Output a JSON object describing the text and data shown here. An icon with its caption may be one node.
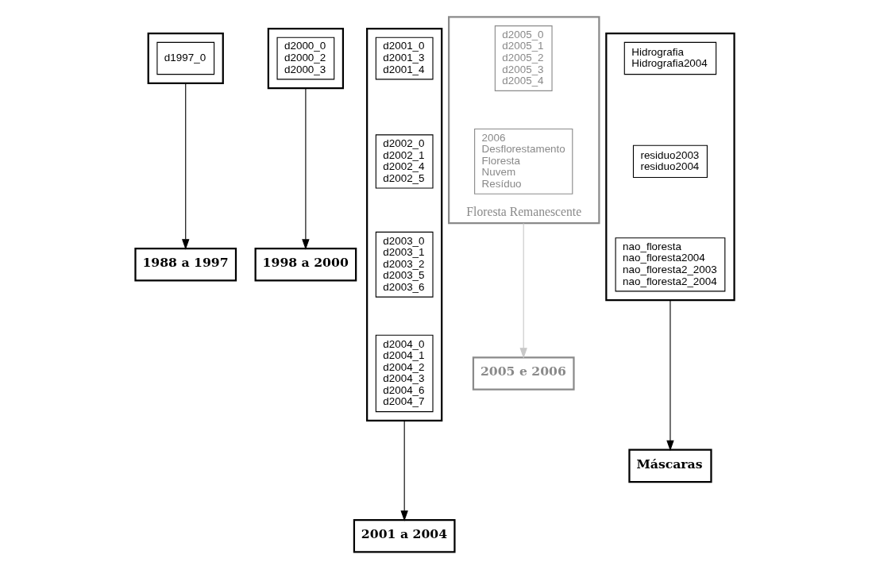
{
  "diagram": {
    "nodes": [
      {
        "text": [],
        "shape": "box"
      },
      {
        "text": [
          "d1997_0"
        ],
        "in": 0
      },
      {
        "text": [
          "1988 a 1997"
        ]
      },
      {
        "text": [],
        "shape": "box"
      },
      {
        "text": [
          "d2000_0",
          "d2000_2",
          "d2000_3"
        ],
        "in": 3
      },
      {
        "text": [
          "1998 a 2000"
        ]
      },
      {
        "text": [],
        "shape": "box"
      },
      {
        "text": [
          "d2001_0",
          "d2001_3",
          "d2001_4"
        ],
        "in": 6
      },
      {
        "text": [
          "d2002_0",
          "d2002_1",
          "d2002_4",
          "d2002_5"
        ],
        "in": 6
      },
      {
        "text": [
          "d2003_0",
          "d2003_1",
          "d2003_2",
          "d2003_5",
          "d2003_6"
        ],
        "in": 6
      },
      {
        "text": [
          "d2004_0",
          "d2004_1",
          "d2004_2",
          "d2004_3",
          "d2004_6",
          "d2004_7"
        ],
        "in": 6
      },
      {
        "text": [
          "2001 a 2004"
        ]
      },
      {
        "text": [
          "Floresta Remanescente"
        ]
      },
      {
        "text": [
          "d2005_0",
          "d2005_1",
          "d2005_2",
          "d2005_3",
          "d2005_4"
        ],
        "in": 12
      },
      {
        "text": [
          "2006",
          "Desflorestamento",
          "Floresta",
          "Nuvem",
          "Resíduo"
        ],
        "in": 12
      },
      {
        "text": [
          "2005 e 2006"
        ]
      },
      {
        "text": [],
        "shape": "box"
      },
      {
        "text": [
          "Hidrografia",
          "Hidrografia2004"
        ],
        "in": 16
      },
      {
        "text": [
          "residuo2003",
          "residuo2004"
        ],
        "in": 16
      },
      {
        "text": [
          "nao_floresta",
          "nao_floresta2004",
          "nao_floresta2_2003",
          "nao_floresta2_2004"
        ],
        "in": 16
      },
      {
        "text": [
          "Máscaras"
        ]
      }
    ],
    "edges": [
      {
        "from": 0,
        "to": 2,
        "arrow": "to"
      },
      {
        "from": 3,
        "to": 5,
        "arrow": "to"
      },
      {
        "from": 6,
        "to": 11,
        "arrow": "to"
      },
      {
        "from": 12,
        "to": 15,
        "arrow": "to",
        "color": "#c8c8c8"
      },
      {
        "from": 16,
        "to": 20,
        "arrow": "to"
      }
    ]
  }
}
